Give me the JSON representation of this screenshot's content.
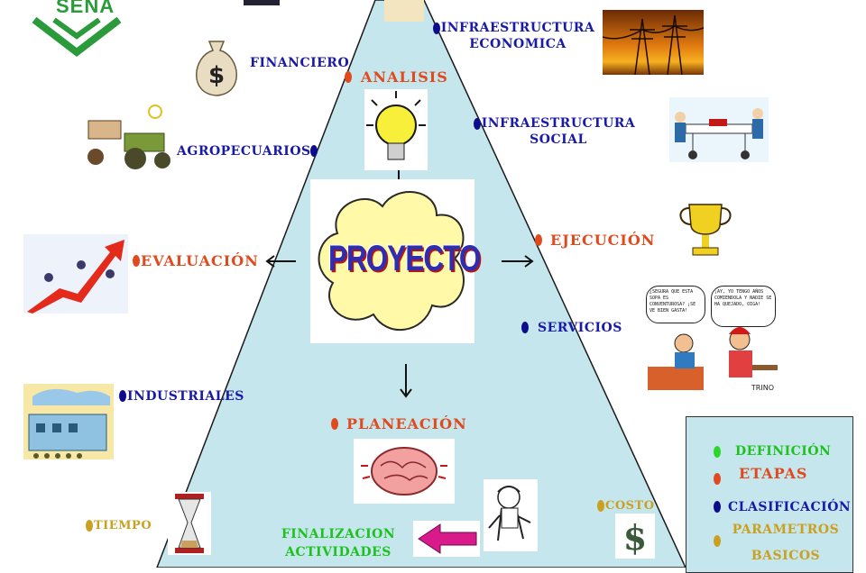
{
  "logo": {
    "text": "SENA"
  },
  "center": {
    "text": "PROYECTO"
  },
  "stages": {
    "analisis": "ANALISIS",
    "ejecucion": "EJECUCIÓN",
    "evaluacion": "EVALUACIÓN",
    "planeacion": "PLANEACIÓN"
  },
  "classifications": {
    "infra_economica_1": "INFRAESTRUCTURA",
    "infra_economica_2": "ECONOMICA",
    "infra_social_1": "INFRAESTRUCTURA",
    "infra_social_2": "SOCIAL",
    "financiero": "FINANCIERO",
    "agropecuarios": "AGROPECUARIOS",
    "servicios": "SERVICIOS",
    "industriales": "INDUSTRIALES"
  },
  "parameters": {
    "tiempo": "TIEMPO",
    "costo": "COSTO"
  },
  "definition": {
    "line1": "FINALIZACION",
    "line2": "ACTIVIDADES"
  },
  "legend": {
    "definicion": "DEFINICIÓN",
    "etapas": "ETAPAS",
    "clasificacion": "CLASIFICACIÓN",
    "parametros": "PARAMETROS",
    "basicos": "BASICOS"
  },
  "cartoon": {
    "bubble_left": "¿SEGURA QUE ESTA SOPA ES CONVENTUROSA? ¡SE VE BIEN GASTA!",
    "bubble_right": "¡AY, YO TENGO AÑOS COMIENDOLA Y NADIE SE HA QUEJADO, OIGA!",
    "signature": "TRINO"
  },
  "colors": {
    "triangle": "#c6e6ee",
    "stage": "#e04a1c",
    "classification": "#1a1aa8",
    "definition": "#1dc21d",
    "parameter": "#c9a020"
  }
}
